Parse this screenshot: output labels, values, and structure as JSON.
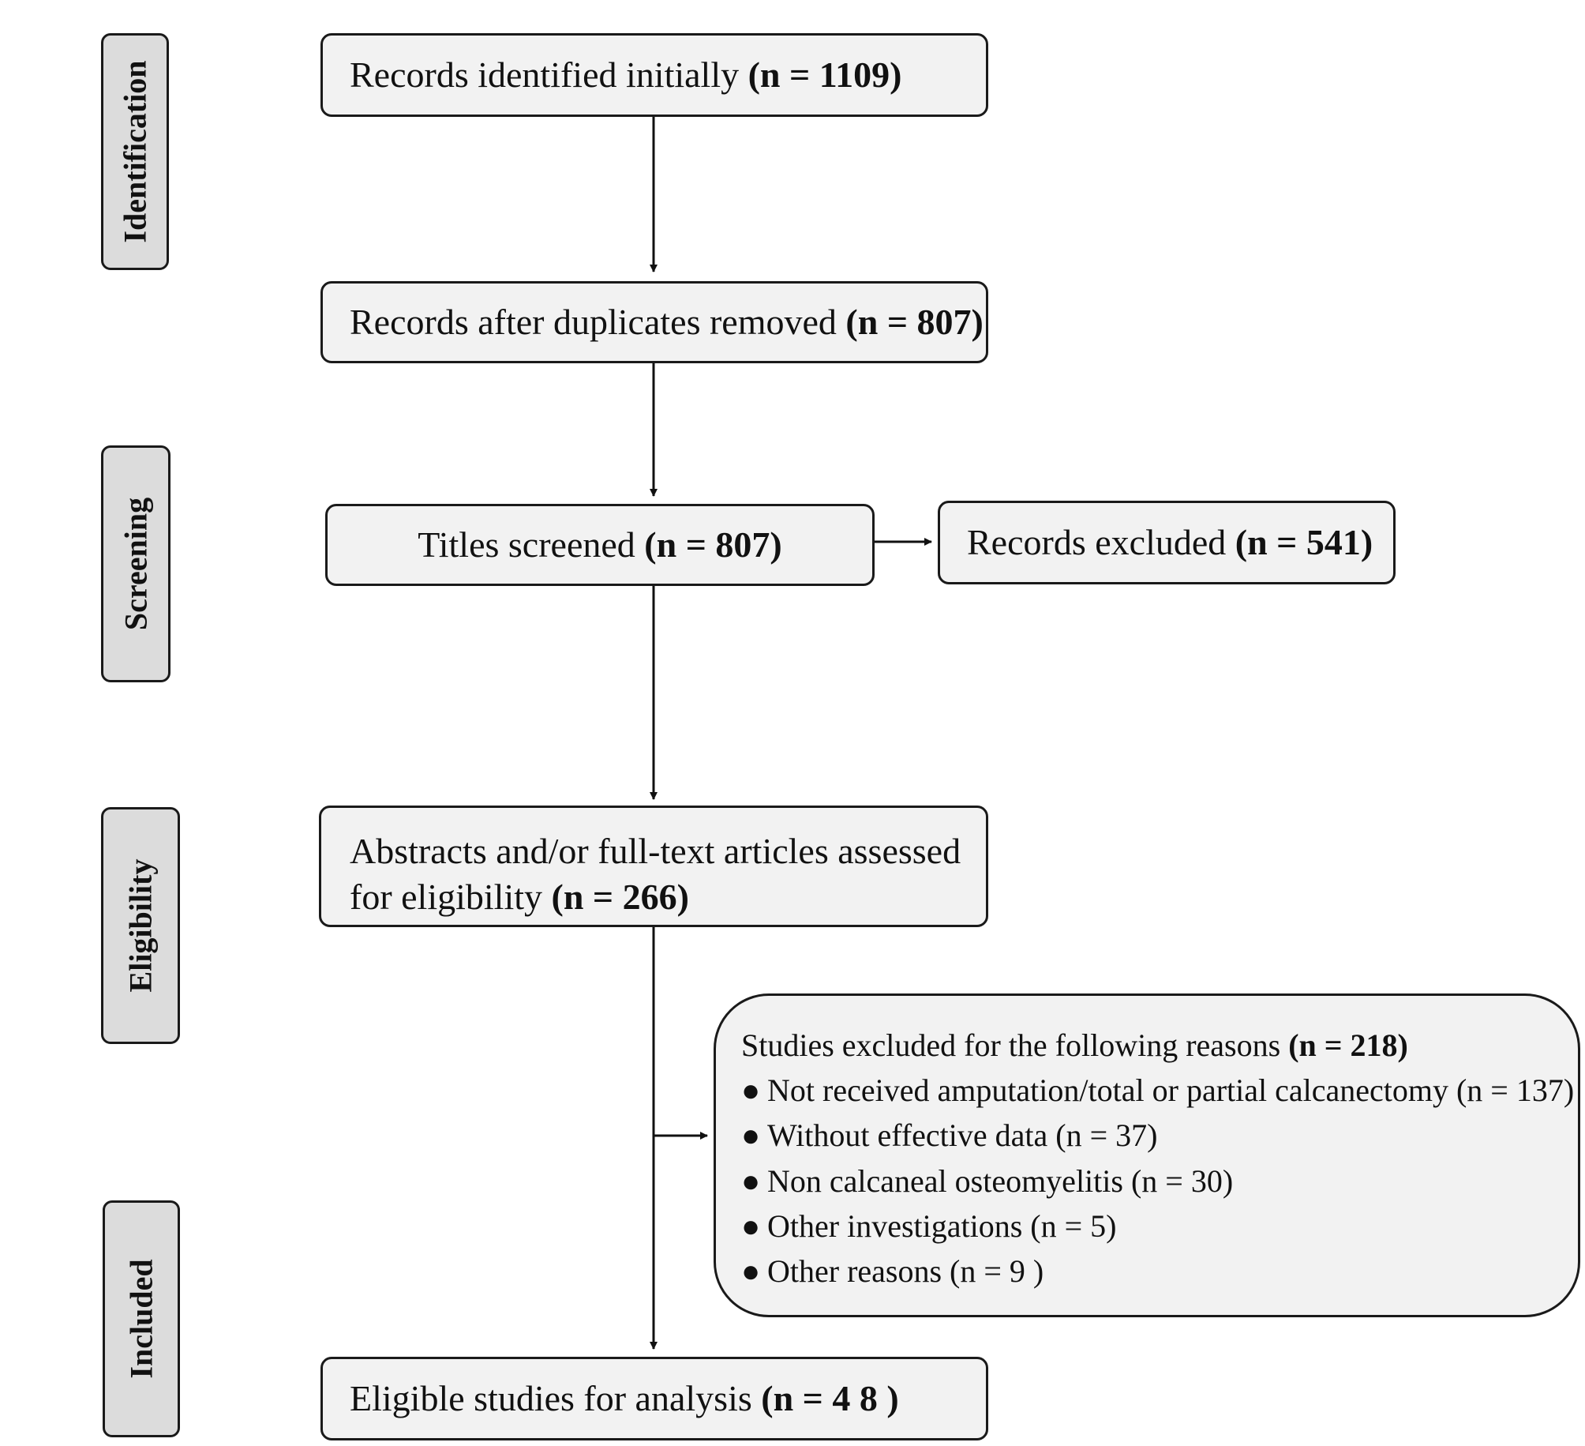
{
  "stages": {
    "identification": "Identification",
    "screening": "Screening",
    "eligibility": "Eligibility",
    "included": "Included"
  },
  "boxes": {
    "identified": {
      "label": "Records identified initially ",
      "count": "(n = 1109)"
    },
    "dedup": {
      "label": "Records after duplicates removed ",
      "count": "(n = 807)"
    },
    "titles": {
      "label": "Titles screened ",
      "count": "(n = 807)"
    },
    "records_excluded": {
      "label": "Records excluded ",
      "count": "(n = 541)"
    },
    "abstracts": {
      "line1": "Abstracts and/or full-text articles assessed",
      "line2": "for eligibility ",
      "count": "(n = 266)"
    },
    "eligible": {
      "label": "Eligible studies for analysis ",
      "count": "(n = 4 8 )"
    }
  },
  "studies_excluded": {
    "title": "Studies excluded for the following reasons ",
    "count": "(n = 218)",
    "bullet": "●",
    "reasons": [
      "Not received amputation/total or partial calcanectomy (n = 137)",
      "Without effective data (n = 37)",
      "Non calcaneal osteomyelitis (n = 30)",
      "Other investigations (n = 5)",
      "Other reasons (n = 9 )"
    ]
  }
}
